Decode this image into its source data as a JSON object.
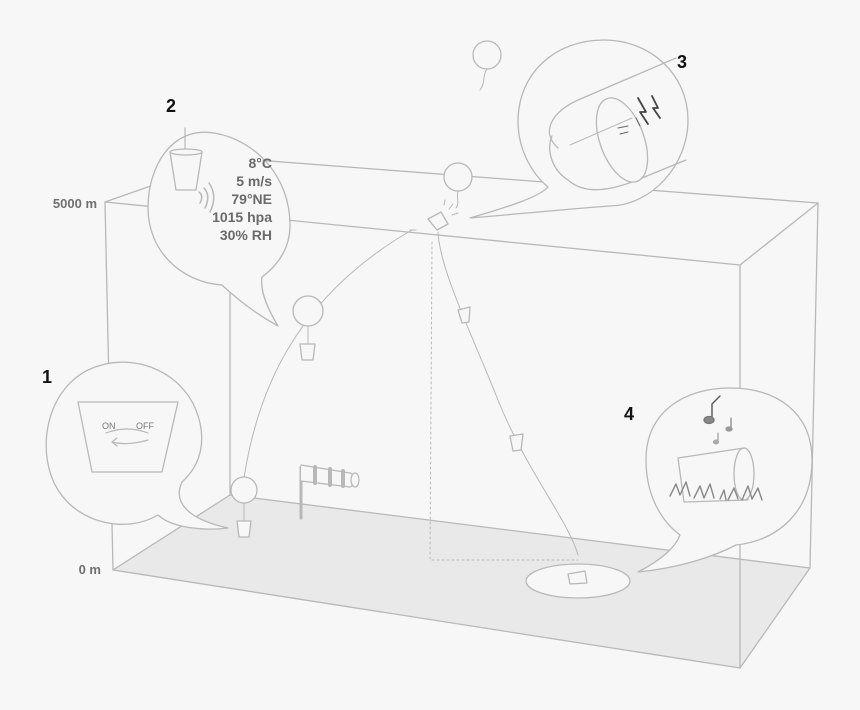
{
  "altitude_labels": {
    "top": "5000 m",
    "bottom": "0 m"
  },
  "steps": [
    "1",
    "2",
    "3",
    "4"
  ],
  "switch": {
    "on": "ON",
    "off": "OFF"
  },
  "readings": [
    "8°C",
    "5 m/s",
    "79°NE",
    "1015 hpa",
    "30% RH"
  ],
  "colors": {
    "background": "#f7f7f7",
    "line": "#b8b8b8",
    "floor": "#e9e9e9",
    "bubble": "#f7f7f7",
    "numbers": "#111111"
  }
}
